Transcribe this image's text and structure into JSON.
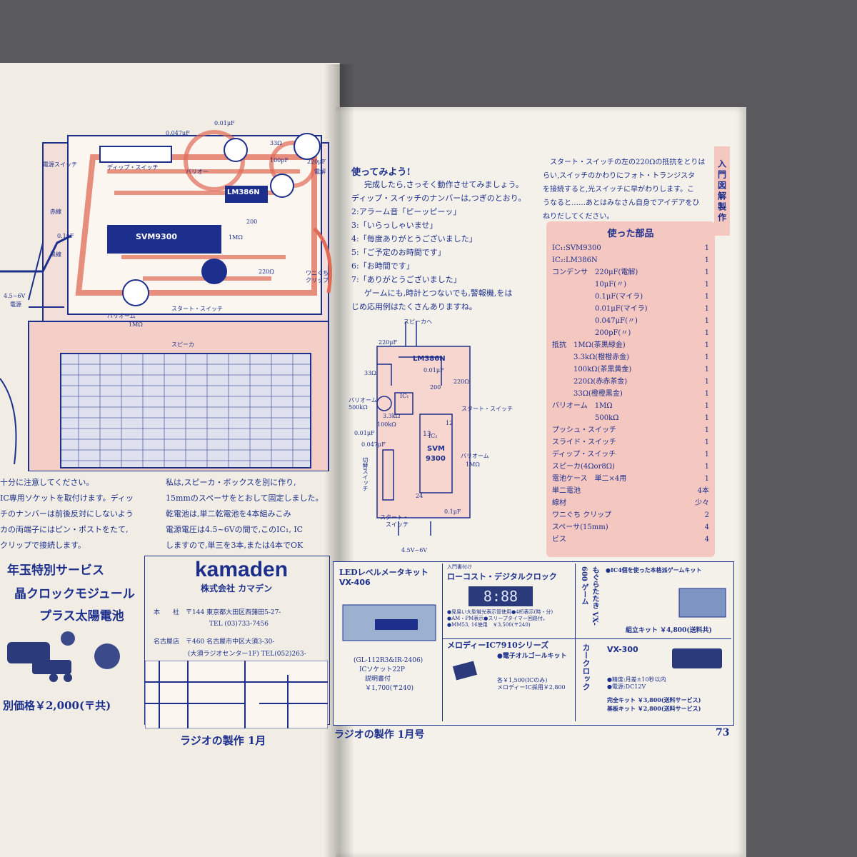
{
  "left_page": {
    "diagram_labels": {
      "cap_0047": "0.047μF",
      "cap_001": "0.01μF",
      "power_switch": "電源スイッチ",
      "dip_switch": "ディップ・スイッチ",
      "variohm_small": "バリオー",
      "ic_lm386n": "LM386N",
      "ic_svm9300": "SVM9300",
      "cap_33": "33Ω",
      "cap_100pf": "100pF",
      "cap_220uf": "220μF",
      "electrolytic": "電解",
      "red_wire": "赤線",
      "black_wire": "黒線",
      "cap_01uf": "0.1μF",
      "res_1m": "1MΩ",
      "res_200": "200",
      "res_220": "220Ω",
      "supply_range": "4.5~6V",
      "supply": "電源",
      "variohm": "バリオーム",
      "variohm_value": "1MΩ",
      "start_switch": "スタート・スイッチ",
      "speaker": "スピーカ",
      "alligator": "ワニぐち\nクリップ"
    },
    "body_text": {
      "l1": "十分に注意してください。",
      "l2": "IC専用ソケットを取付けます。ディッ",
      "l3": "チのナンバーは前後反対にしないよう",
      "l4": "カの両端子にはピン・ポストをたて,",
      "l5": "クリップで接続します。",
      "r1": "私は,スピーカ・ボックスを別に作り,",
      "r2": "15mmのスペーサをとおして固定しました。",
      "r3": "乾電池は,単二乾電池を4本組みこみ",
      "r4": "電源電圧は4.5~6Vの間で,このIC₁, IC",
      "r5": "しますので,単三を3本,または4本でOK"
    },
    "ad_left": {
      "line1": "年玉特別サービス",
      "line2": "晶クロックモジュール",
      "line3": "プラス太陽電池",
      "price": "別価格￥2,000(〒共)"
    },
    "ad_kamaden": {
      "brand": "kamaden",
      "company": "株式会社 カマデン",
      "hq_label": "本　　社",
      "hq_addr": "〒144 東京都大田区西蒲田5-27-",
      "tel": "TEL (03)733-7456",
      "branch_label": "名古屋店",
      "branch_addr": "〒460 名古屋市中区大須3-30-",
      "branch_tel": "(大須ラジオセンター1F) TEL(052)263-"
    },
    "footer": "ラジオの製作 1月"
  },
  "right_page": {
    "side_tag": "入門図解製作",
    "section_title": "使ってみよう!",
    "intro": [
      "完成したら,さっそく動作させてみましょう。",
      "ディップ・スイッチのナンバーは,つぎのとおり。"
    ],
    "numbered": [
      "2:アラーム音「ピーッピーッ」",
      "3:「いらっしゃいませ」",
      "4:「毎度ありがとうございました」",
      "5:「ご予定のお時間です」",
      "6:「お時間です」",
      "7:「ありがとうございました」"
    ],
    "closing": [
      "ゲームにも,時計とつないでも,警報機,をは",
      "じめ応用例はたくさんありますね。"
    ],
    "right_col": [
      "スタート・スイッチの左の220Ωの抵抗をとりは",
      "らい,スイッチのかわりにフォト・トランジスタ",
      "を接続すると,光スイッチに早がわりします。こ",
      "うなると……あとはみなさん自身でアイデアをひ",
      "ねりだしてください。"
    ],
    "parts": {
      "title": "使った部品",
      "items": [
        [
          "IC₁:SVM9300",
          "1"
        ],
        [
          "IC₂:LM386N",
          "1"
        ],
        [
          "コンデンサ　220μF(電解)",
          "1"
        ],
        [
          "　　　　　　10μF(〃)",
          "1"
        ],
        [
          "　　　　　　0.1μF(マイラ)",
          "1"
        ],
        [
          "　　　　　　0.01μF(マイラ)",
          "1"
        ],
        [
          "　　　　　　0.047μF(〃)",
          "1"
        ],
        [
          "　　　　　　200pF(〃)",
          "1"
        ],
        [
          "抵抗　1MΩ(茶黒緑金)",
          "1"
        ],
        [
          "　　　3.3kΩ(橙橙赤金)",
          "1"
        ],
        [
          "　　　100kΩ(茶黒黄金)",
          "1"
        ],
        [
          "　　　220Ω(赤赤茶金)",
          "1"
        ],
        [
          "　　　33Ω(橙橙黒金)",
          "1"
        ],
        [
          "バリオーム　1MΩ",
          "1"
        ],
        [
          "　　　　　　500kΩ",
          "1"
        ],
        [
          "プッシュ・スイッチ",
          "1"
        ],
        [
          "スライド・スイッチ",
          "1"
        ],
        [
          "ディップ・スイッチ",
          "1"
        ],
        [
          "スピーカ(4Ωor8Ω)",
          "1"
        ],
        [
          "電池ケース　単二×4用",
          "1"
        ],
        [
          "単二電池",
          "4本"
        ],
        [
          "線材",
          "少々"
        ],
        [
          "ワニぐち クリップ",
          "2"
        ],
        [
          "スペーサ(15mm)",
          "4"
        ],
        [
          "ビス",
          "4"
        ]
      ]
    },
    "schematic": {
      "speaker_to": "スピーカへ",
      "c220": "220μF",
      "lm386n": "LM386N",
      "c001": "0.01μF",
      "r220": "220Ω",
      "r33": "33Ω",
      "variohm": "バリオーム",
      "vr500k": "500kΩ",
      "ic1": "IC₁",
      "r200": "200",
      "r33k": "3.3kΩ",
      "r100k": "100kΩ",
      "c001b": "0.01μF",
      "c0047": "0.047μF",
      "pin13": "13",
      "pin12": "12",
      "ic2": "IC₂",
      "svm": "SVM",
      "svm9300": "9300",
      "variohm1m": "バリオーム",
      "r1m": "1MΩ",
      "dipsw": "切替スイッチ",
      "start_sw": "スタート・スイッチ",
      "start_sw2": "スタート・",
      "start_sw3": "スイッチ",
      "pin24": "24",
      "c01": "0.1μF",
      "supply": "4.5V~6V"
    },
    "ads": {
      "led_title": "LEDレベルメータキット",
      "led_model": "VX-406",
      "led_note1": "(GL-112R3&IR-2406)",
      "led_note2": "ICソケット22P",
      "led_note3": "説明書付",
      "led_price": "￥1,700(〒240)",
      "clock_pre": "入門書付け",
      "clock_title": "ローコスト・デジタルクロック",
      "clock_display": "8:88",
      "clock_notes": "●見易い大型蛍光表示管使用●4桁表示(時・分)\n●AM・PM表示●スリープタイマー回路付。\n●MM53, 16使用　￥3,500(〒240)",
      "melody_title": "メロディーIC7910シリーズ",
      "melody_sub": "●電子オルゴールキット",
      "melody_price": "各￥1,500(ICのみ)\nメロディーIC採用￥2,800",
      "game_tag": "もぐらたたき VX-600 ゲーム",
      "game_title": "●IC4個を使った本格派ゲームキット",
      "game_price": "組立キット ￥4,800(送料共)",
      "car_tag": "カークロック",
      "car_model": "VX-300",
      "car_specs": "●精度:月差±10秒以内\n●電源:DC12V",
      "car_complete": "完全キット ￥3,800(送料サービス)",
      "car_board": "基板キット ￥2,800(送料サービス)"
    },
    "footer": "ラジオの製作 1月号",
    "page_number": "73"
  }
}
